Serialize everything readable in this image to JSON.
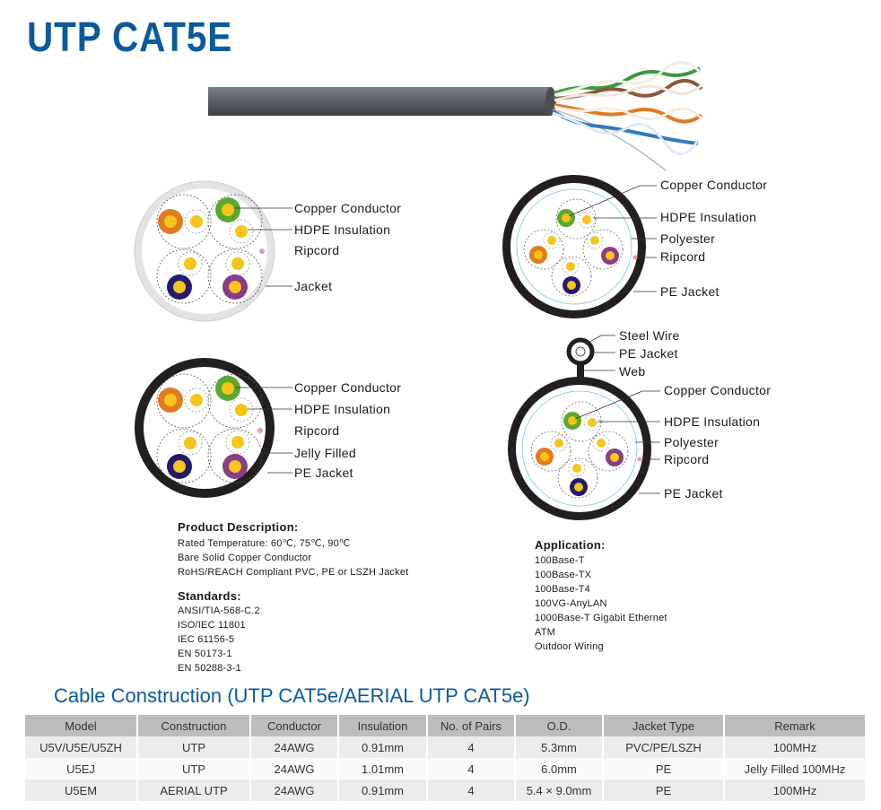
{
  "title": "UTP CAT5E",
  "colors": {
    "brand_blue": "#0a5a9c",
    "header_gray": "#bdbdbd",
    "jacket_gray": "#5f6468"
  },
  "diagram_top_left": {
    "labels": [
      "Copper Conductor",
      "HDPE Insulation",
      "Ripcord",
      "Jacket"
    ]
  },
  "diagram_top_right": {
    "labels": [
      "Copper Conductor",
      "HDPE Insulation",
      "Polyester",
      "Ripcord",
      "PE Jacket"
    ]
  },
  "diagram_bottom_left": {
    "labels": [
      "Copper Conductor",
      "HDPE Insulation",
      "Ripcord",
      "Jelly Filled",
      "PE Jacket"
    ]
  },
  "diagram_bottom_right": {
    "labels": [
      "Steel Wire",
      "PE Jacket",
      "Web",
      "Copper Conductor",
      "HDPE Insulation",
      "Polyester",
      "Ripcord",
      "PE Jacket"
    ]
  },
  "product_description": {
    "heading": "Product Description:",
    "lines": [
      "Rated Temperature: 60℃, 75℃, 90℃",
      "Bare Solid Copper Conductor",
      "RoHS/REACH Compliant PVC, PE or LSZH Jacket"
    ]
  },
  "standards": {
    "heading": "Standards:",
    "lines": [
      "ANSI/TIA-568-C.2",
      "ISO/IEC 11801",
      "IEC 61156-5",
      "EN 50173-1",
      "EN 50288-3-1"
    ]
  },
  "application": {
    "heading": "Application:",
    "lines": [
      "100Base-T",
      "100Base-TX",
      "100Base-T4",
      "100VG-AnyLAN",
      "1000Base-T Gigabit Ethernet",
      "ATM",
      "Outdoor Wiring"
    ]
  },
  "construction": {
    "title": "Cable Construction (UTP CAT5e/AERIAL UTP CAT5e)",
    "headers": [
      "Model",
      "Construction",
      "Conductor",
      "Insulation",
      "No. of Pairs",
      "O.D.",
      "Jacket Type",
      "Remark"
    ],
    "rows": [
      [
        "U5V/U5E/U5ZH",
        "UTP",
        "24AWG",
        "0.91mm",
        "4",
        "5.3mm",
        "PVC/PE/LSZH",
        "100MHz"
      ],
      [
        "U5EJ",
        "UTP",
        "24AWG",
        "1.01mm",
        "4",
        "6.0mm",
        "PE",
        "Jelly Filled 100MHz"
      ],
      [
        "U5EM",
        "AERIAL UTP",
        "24AWG",
        "0.91mm",
        "4",
        "5.4 × 9.0mm",
        "PE",
        "100MHz"
      ]
    ]
  }
}
